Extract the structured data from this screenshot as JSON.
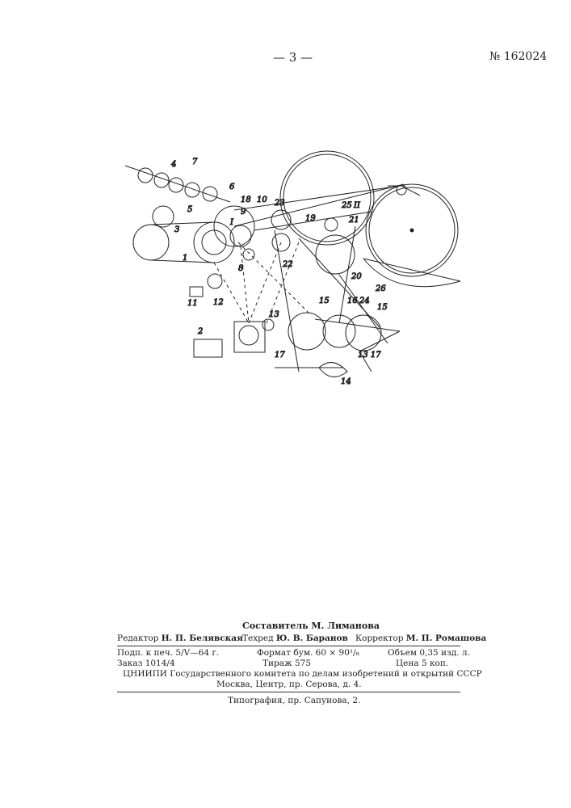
{
  "header": {
    "page_number": "— 3 —",
    "patent_number": "№ 162024"
  },
  "figure": {
    "labels": [
      "1",
      "2",
      "3",
      "4",
      "5",
      "6",
      "7",
      "8",
      "9",
      "10",
      "11",
      "12",
      "13",
      "13",
      "14",
      "15",
      "15",
      "16",
      "17",
      "17",
      "18",
      "19",
      "20",
      "21",
      "22",
      "23",
      "24",
      "25",
      "26",
      "I",
      "II",
      "13 17"
    ]
  },
  "imprint": {
    "compiler": "Составитель М. Лиманова",
    "editor_label": "Редактор",
    "editor_name": "Н. П. Белявская",
    "techred_label": "Техред",
    "techred_name": "Ю. В. Баранов",
    "corrector_label": "Корректор",
    "corrector_name": "М. П. Ромашова",
    "signed": "Подп. к печ. 5/V—64 г.",
    "format": "Формат бум. 60 × 90¹/₈",
    "volume": "Объем 0,35 изд. л.",
    "order": "Заказ 1014/4",
    "circulation": "Тираж 575",
    "price": "Цена 5 коп.",
    "institute": "ЦНИИПИ Государственного комитета по делам изобретений и открытий СССР",
    "address": "Москва, Центр, пр. Серова, д. 4.",
    "printing": "Типография, пр. Сапунова, 2."
  }
}
